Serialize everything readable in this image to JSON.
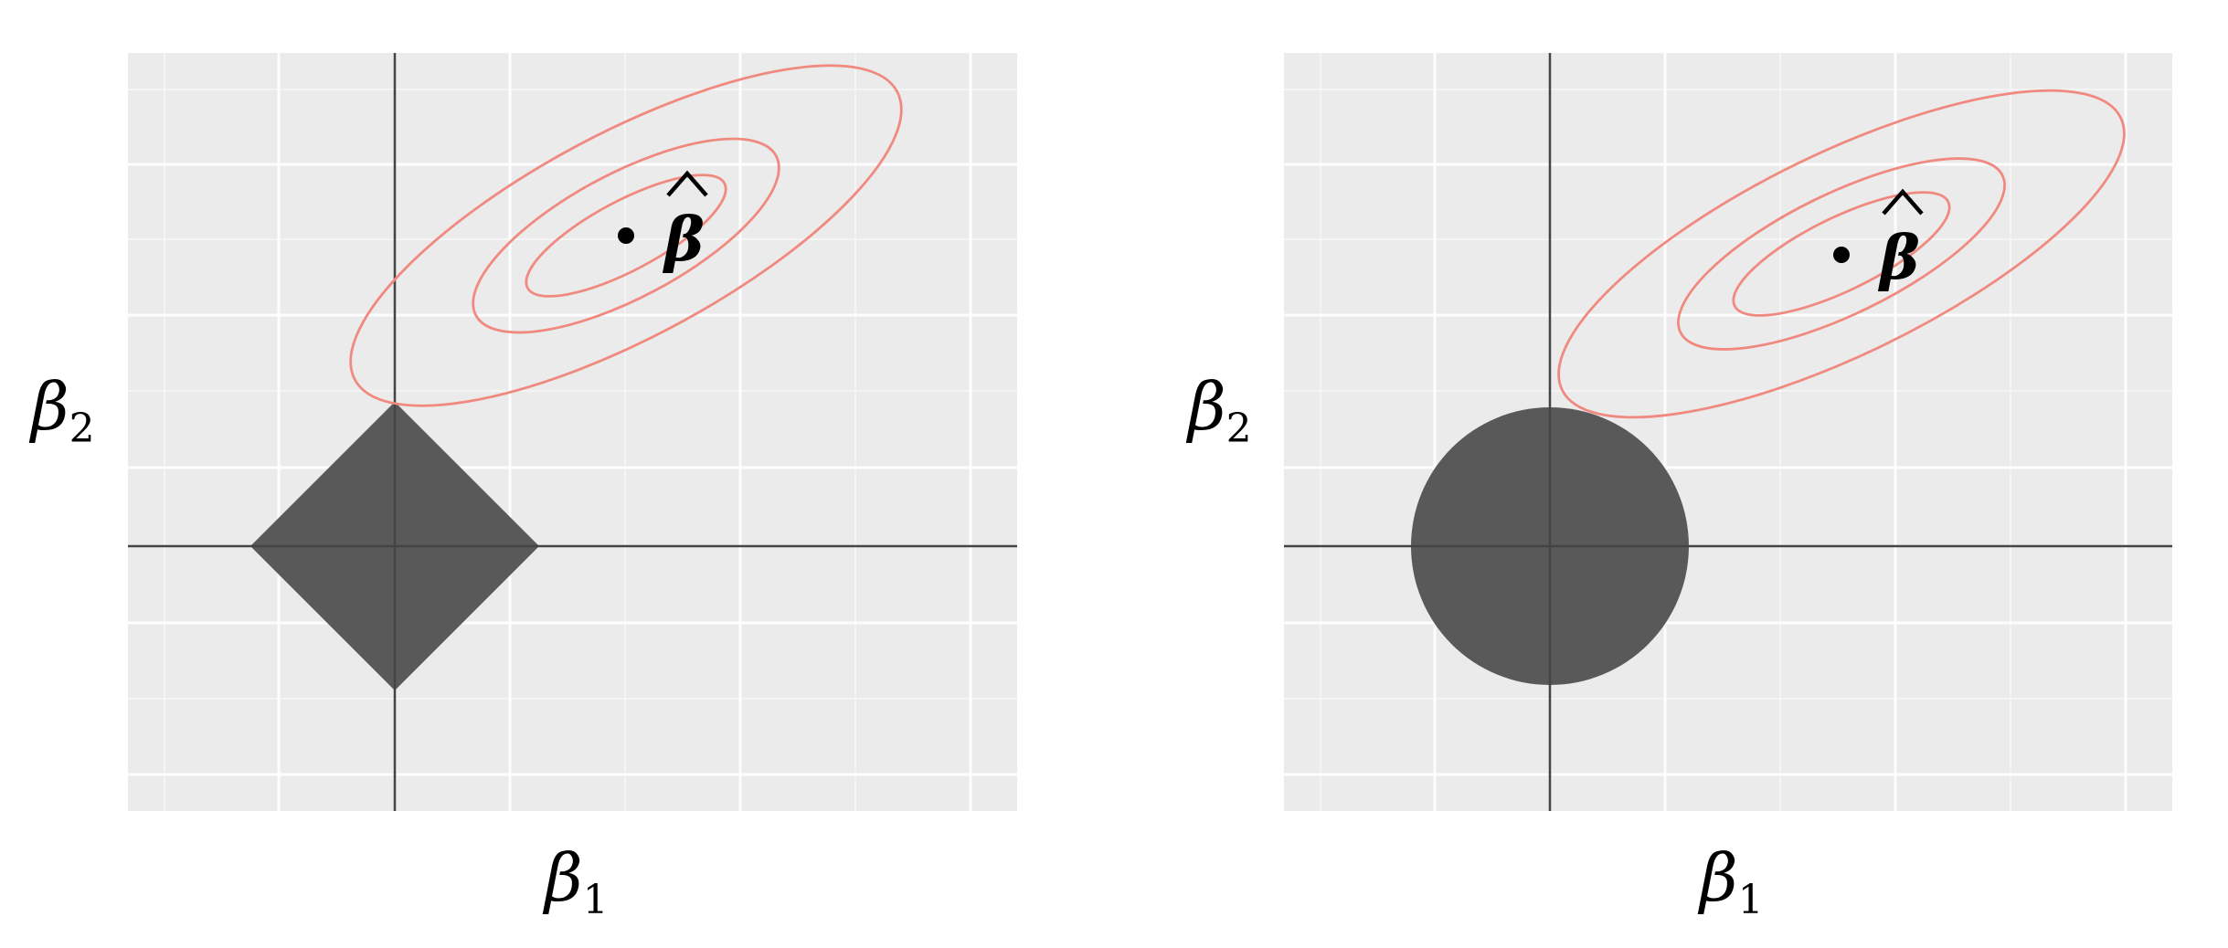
{
  "panels": [
    {
      "id": "lasso",
      "constraint_shape": "diamond",
      "xlabel": "β",
      "xlabel_sub": "1",
      "ylabel": "β",
      "ylabel_sub": "2",
      "estimate_label": "β",
      "contour_color": "#f08a80",
      "constraint_color": "#595959"
    },
    {
      "id": "ridge",
      "constraint_shape": "circle",
      "xlabel": "β",
      "xlabel_sub": "1",
      "ylabel": "β",
      "ylabel_sub": "2",
      "estimate_label": "β",
      "contour_color": "#f08a80",
      "constraint_color": "#595959"
    }
  ],
  "colors": {
    "panel_background": "#ebebeb",
    "grid": "#ffffff",
    "axis": "#444444"
  }
}
